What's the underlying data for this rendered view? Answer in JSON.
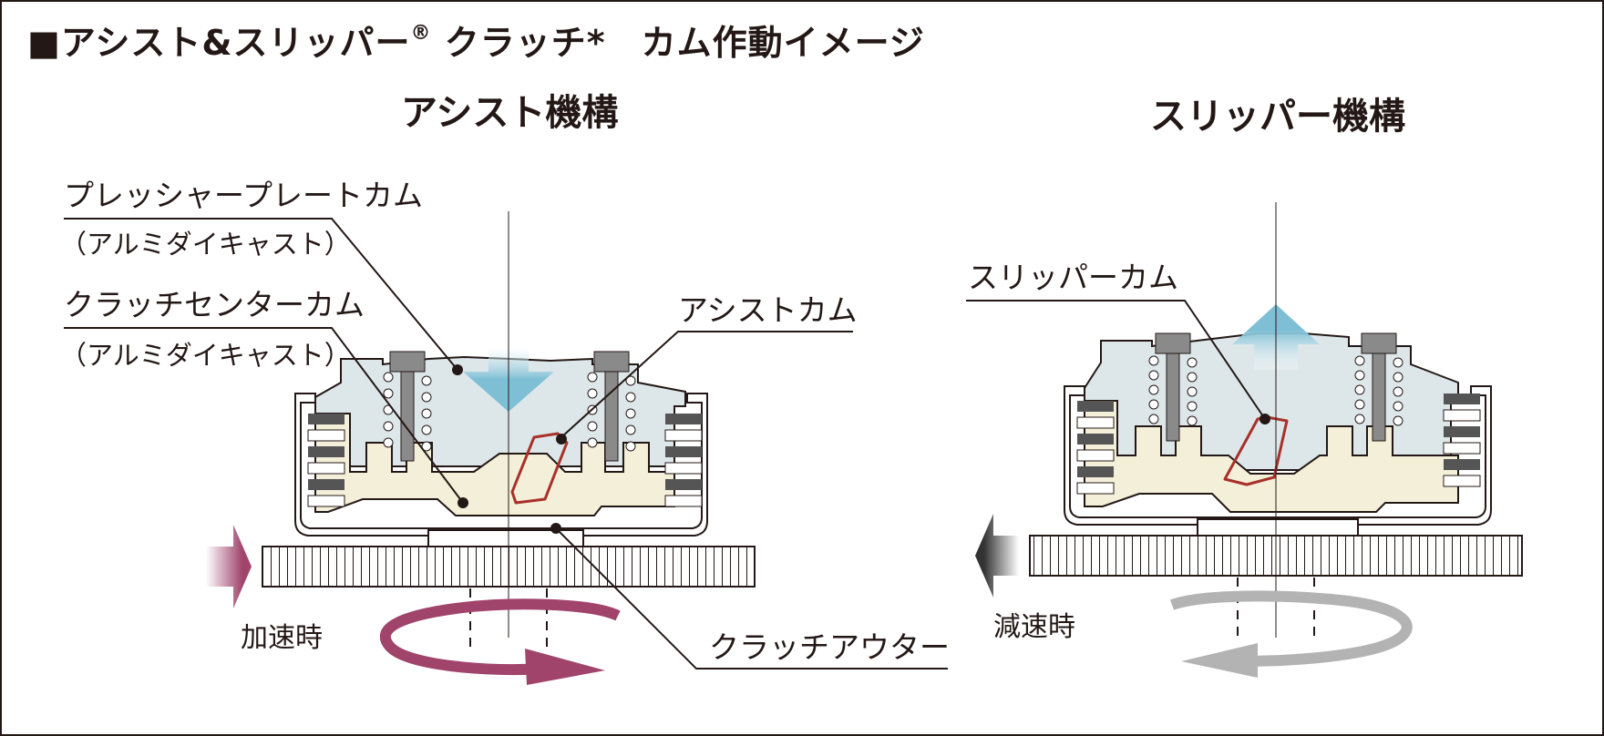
{
  "title": {
    "main": "■アシスト&スリッパー",
    "reg": "®",
    "rest": " クラッチ*　カム作動イメージ"
  },
  "sections": {
    "assist": "アシスト機構",
    "slipper": "スリッパー機構"
  },
  "labels": {
    "pressure_plate_cam": "プレッシャープレートカム",
    "pressure_plate_cam_material": "（アルミダイキャスト）",
    "clutch_center_cam": "クラッチセンターカム",
    "clutch_center_cam_material": "（アルミダイキャスト）",
    "assist_cam": "アシストカム",
    "slipper_cam": "スリッパーカム",
    "clutch_outer": "クラッチアウター",
    "acceleration": "加速時",
    "deceleration": "減速時"
  },
  "colors": {
    "assist_accent": "#a0446c",
    "slipper_accent": "#9a9a9a",
    "assist_arrow": "#7fbfd6",
    "cam_highlight": "#a8302a",
    "plate_fill": "#dde7ea",
    "center_fill": "#f4efd9",
    "outline": "#231815"
  }
}
